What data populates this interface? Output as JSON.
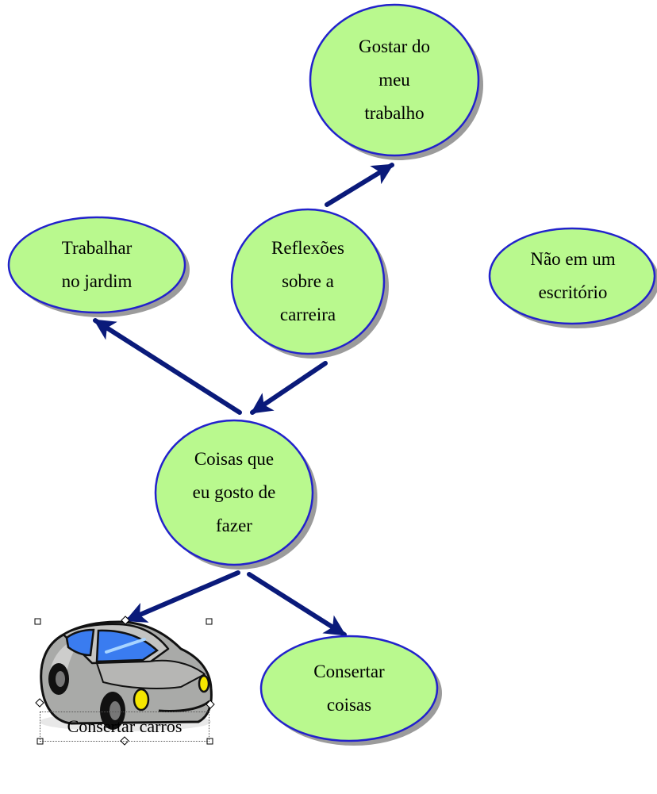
{
  "nodes": {
    "gostar": "Gostar do\nmeu\ntrabalho",
    "reflexoes": "Reflexões\nsobre a\ncarreira",
    "trabalhar": "Trabalhar\nno jardim",
    "nao_escritorio": "Não em um\nescritório",
    "coisas": "Coisas que\neu gosto de\nfazer",
    "consertar_coisas": "Consertar\ncoisas"
  },
  "car_caption": "Consertar carros",
  "colors": {
    "node_fill": "#b9f98e",
    "node_stroke": "#2222cc",
    "node_shadow": "#7a7a7a",
    "arrow": "#0a1a7a",
    "car_body": "#a9aaa8",
    "car_window": "#3a7cf0",
    "car_headlight": "#f5e600"
  },
  "icons": [
    "car-clipart-icon"
  ]
}
